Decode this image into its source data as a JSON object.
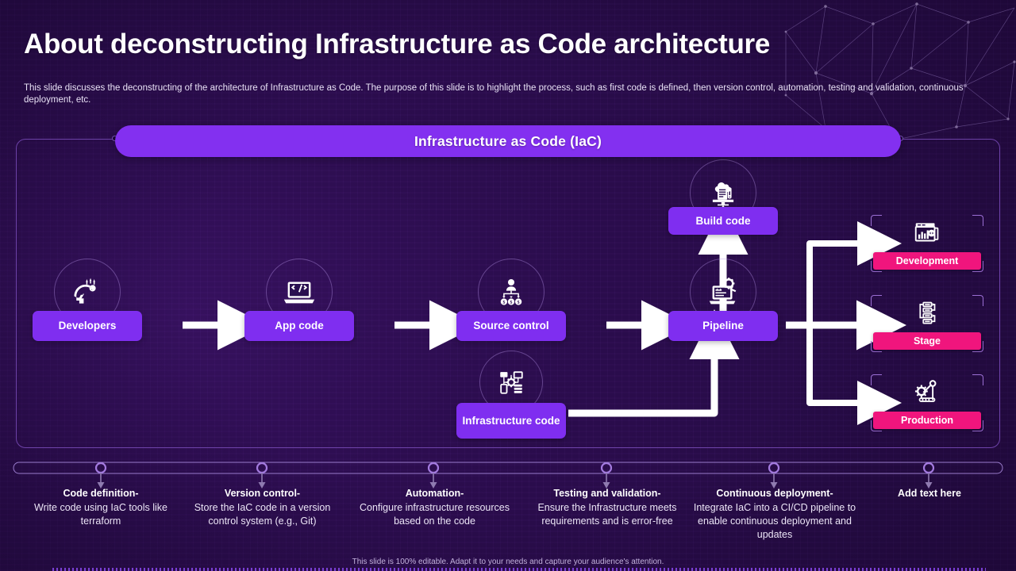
{
  "header": {
    "title": "About deconstructing Infrastructure as Code architecture",
    "subtitle": "This slide discusses the deconstructing of the architecture of Infrastructure as Code. The purpose of this slide is to highlight the process, such as first code is defined, then version control, automation, testing and validation, continuous deployment, etc."
  },
  "banner": {
    "label": "Infrastructure as Code (IaC)"
  },
  "flow": {
    "nodes": [
      {
        "id": "developers",
        "label": "Developers",
        "icon": "head-gear-idea-icon"
      },
      {
        "id": "app-code",
        "label": "App code",
        "icon": "laptop-code-icon"
      },
      {
        "id": "source-control",
        "label": "Source control",
        "icon": "user-branch-nodes-icon"
      },
      {
        "id": "infrastructure-code",
        "label": "Infrastructure code",
        "icon": "network-topology-gear-icon"
      },
      {
        "id": "pipeline",
        "label": "Pipeline",
        "icon": "laptop-gear-code-icon"
      },
      {
        "id": "build-code",
        "label": "Build code",
        "icon": "cloud-document-monitor-icon"
      }
    ]
  },
  "stages": [
    {
      "id": "development",
      "label": "Development",
      "icon": "dashboard-window-chart-icon"
    },
    {
      "id": "stage",
      "label": "Stage",
      "icon": "server-hierarchy-icon"
    },
    {
      "id": "production",
      "label": "Production",
      "icon": "gear-rocket-launch-icon"
    }
  ],
  "timeline": [
    {
      "title": "Code definition-",
      "desc": "Write code using IaC tools like terraform"
    },
    {
      "title": "Version control-",
      "desc": "Store the IaC code in a version control system (e.g., Git)"
    },
    {
      "title": "Automation-",
      "desc": "Configure infrastructure resources based on the code"
    },
    {
      "title": "Testing and validation-",
      "desc": "Ensure the Infrastructure meets requirements and is error-free"
    },
    {
      "title": "Continuous deployment-",
      "desc": "Integrate IaC into a CI/CD pipeline to enable continuous deployment and updates"
    },
    {
      "title": "Add  text here",
      "desc": ""
    }
  ],
  "footer": {
    "note": "This slide is 100% editable. Adapt it to your needs and capture your audience's attention."
  },
  "colors": {
    "background": "#2a0f50",
    "accent_purple": "#7f2ef0",
    "banner_purple": "#8330f0",
    "accent_pink": "#f0157d",
    "panel_border": "#6d42a8",
    "text": "#ffffff"
  }
}
